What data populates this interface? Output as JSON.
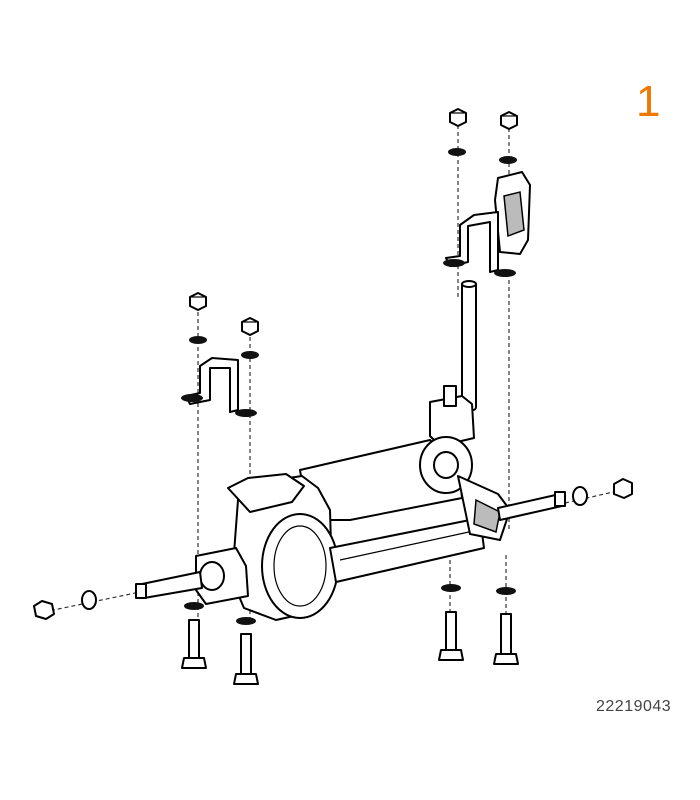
{
  "callout": {
    "label": "1",
    "color": "#f07800"
  },
  "part_number": "22219043",
  "icons": {
    "assembly": "transaxle-motor-assembly",
    "hardware": [
      "hex-nut",
      "washer",
      "bracket",
      "bolt"
    ]
  }
}
